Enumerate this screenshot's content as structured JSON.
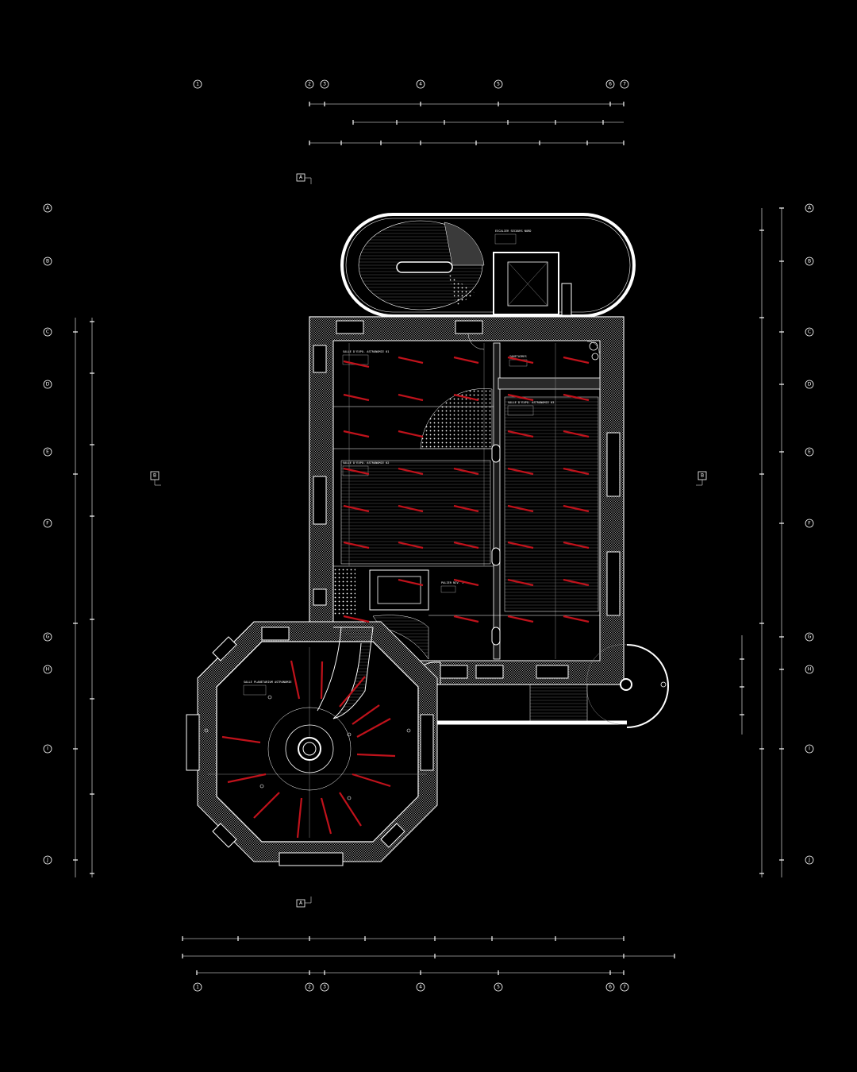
{
  "grid": {
    "columns": [
      "1",
      "2",
      "3",
      "4",
      "5",
      "6",
      "7"
    ],
    "rows": [
      "A",
      "B",
      "C",
      "D",
      "E",
      "F",
      "G",
      "H",
      "I",
      "J"
    ]
  },
  "section_markers": {
    "A": "A",
    "B": "B"
  },
  "rooms": {
    "stair_tower": [
      "ESCALIER SECOURS NORD"
    ],
    "room_nw": [
      "SALLE D'EXPO. ASTRONOMIE 01"
    ],
    "room_w": [
      "SALLE D'EXPO. ASTRONOMIE 02"
    ],
    "room_ne": [
      "SANITAIRES"
    ],
    "room_e": [
      "SALLE D'EXPO. ASTRONOMIE 03"
    ],
    "landing": [
      "PALIER NIV. 1"
    ],
    "octagon": [
      "SALLE PLANETARIUM ASTRONOMIE"
    ]
  },
  "colors": {
    "background": "#000000",
    "linework": "#ffffff",
    "seating": "#c0121b"
  }
}
